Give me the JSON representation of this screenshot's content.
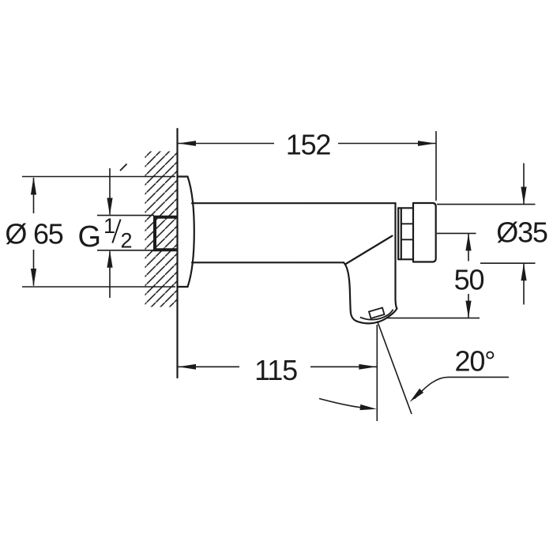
{
  "page": {
    "background": "#ffffff",
    "line_color": "#1b1b1b",
    "description": "Technical dimension drawing, side view of a wall-mounted self-closing tap"
  },
  "labels": {
    "overall_length": "152",
    "flange_diameter": "Ø 65",
    "thread_prefix": "G",
    "thread_numerator": "1",
    "thread_denominator": "2",
    "cap_diameter": "Ø35",
    "outlet_drop": "50",
    "projection": "115",
    "spout_angle": "20°"
  }
}
